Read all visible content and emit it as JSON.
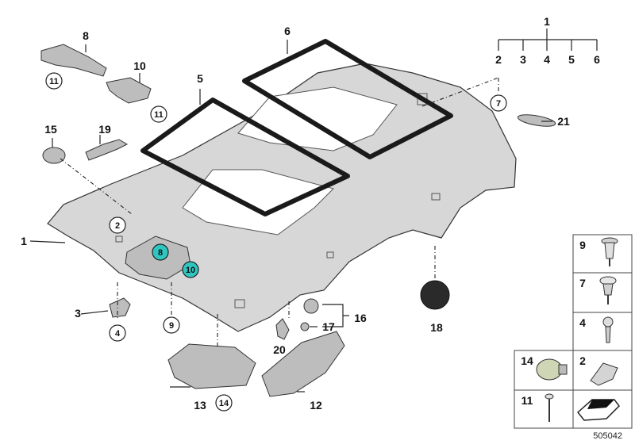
{
  "diagram": {
    "callouts": {
      "c1_group": "1",
      "c1": "1",
      "c2": "2",
      "c3": "3",
      "c4": "4",
      "c5": "5",
      "c6": "6",
      "c7": "7",
      "c8": "8",
      "c8_hl": "8",
      "c9": "9",
      "c10": "10",
      "c10_hl": "10",
      "c11a": "11",
      "c11b": "11",
      "c12": "12",
      "c13": "13",
      "c14": "14",
      "c15": "15",
      "c16": "16",
      "c17": "17",
      "c18": "18",
      "c19": "19",
      "c20": "20",
      "c21": "21"
    },
    "tree": {
      "children": [
        "2",
        "3",
        "4",
        "5",
        "6"
      ]
    },
    "legend": {
      "items": [
        "9",
        "7",
        "4",
        "14",
        "2",
        "11"
      ]
    },
    "drawing_number": "505042",
    "colors": {
      "highlight": "#2fc6c1",
      "panel": "#d7d7d7",
      "line": "#222222"
    }
  }
}
